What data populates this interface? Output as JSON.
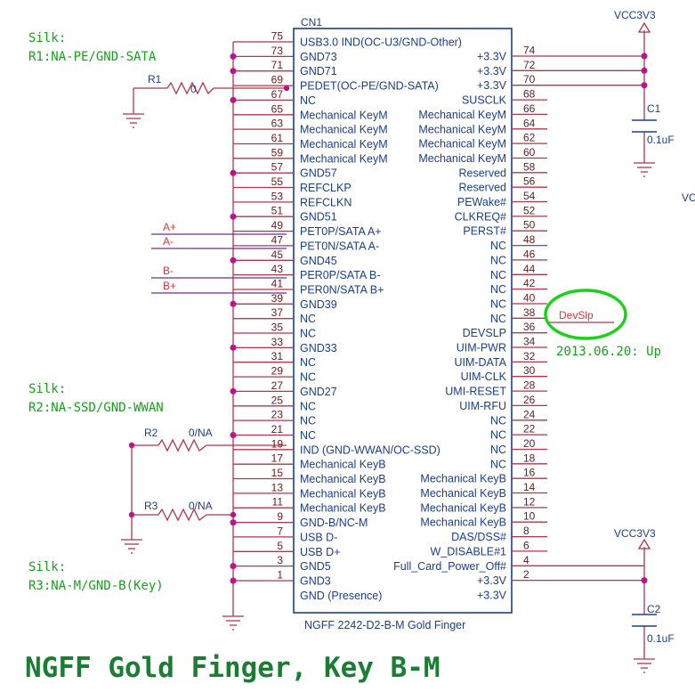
{
  "component": {
    "refdes": "CN1",
    "part_label": "NGFF 2242-D2-B-M Gold Finger",
    "left_pins": [
      {
        "num": "75",
        "name": "USB3.0 IND(OC-U3/GND-Other)"
      },
      {
        "num": "73",
        "name": "GND73"
      },
      {
        "num": "71",
        "name": "GND71"
      },
      {
        "num": "69",
        "name": "PEDET(OC-PE/GND-SATA)"
      },
      {
        "num": "67",
        "name": "NC"
      },
      {
        "num": "65",
        "name": "Mechanical KeyM"
      },
      {
        "num": "63",
        "name": "Mechanical KeyM"
      },
      {
        "num": "61",
        "name": "Mechanical KeyM"
      },
      {
        "num": "59",
        "name": "Mechanical KeyM"
      },
      {
        "num": "57",
        "name": "GND57"
      },
      {
        "num": "55",
        "name": "REFCLKP"
      },
      {
        "num": "53",
        "name": "REFCLKN"
      },
      {
        "num": "51",
        "name": "GND51"
      },
      {
        "num": "49",
        "name": "PET0P/SATA A+"
      },
      {
        "num": "47",
        "name": "PET0N/SATA A-"
      },
      {
        "num": "45",
        "name": "GND45"
      },
      {
        "num": "43",
        "name": "PER0P/SATA B-"
      },
      {
        "num": "41",
        "name": "PER0N/SATA B+"
      },
      {
        "num": "39",
        "name": "GND39"
      },
      {
        "num": "37",
        "name": "NC"
      },
      {
        "num": "35",
        "name": "NC"
      },
      {
        "num": "33",
        "name": "GND33"
      },
      {
        "num": "31",
        "name": "NC"
      },
      {
        "num": "29",
        "name": "NC"
      },
      {
        "num": "27",
        "name": "GND27"
      },
      {
        "num": "25",
        "name": "NC"
      },
      {
        "num": "23",
        "name": "NC"
      },
      {
        "num": "21",
        "name": "NC"
      },
      {
        "num": "19",
        "name": "IND (GND-WWAN/OC-SSD)"
      },
      {
        "num": "17",
        "name": "Mechanical KeyB"
      },
      {
        "num": "15",
        "name": "Mechanical KeyB"
      },
      {
        "num": "13",
        "name": "Mechanical KeyB"
      },
      {
        "num": "11",
        "name": "Mechanical KeyB"
      },
      {
        "num": "9",
        "name": "GND-B/NC-M"
      },
      {
        "num": "7",
        "name": "USB D-"
      },
      {
        "num": "5",
        "name": "USB D+"
      },
      {
        "num": "3",
        "name": "GND5"
      },
      {
        "num": "1",
        "name": "GND3"
      },
      {
        "num": "",
        "name": "GND (Presence)"
      }
    ],
    "right_pins": [
      {
        "num": "74",
        "name": "+3.3V"
      },
      {
        "num": "72",
        "name": "+3.3V"
      },
      {
        "num": "70",
        "name": "+3.3V"
      },
      {
        "num": "68",
        "name": "SUSCLK"
      },
      {
        "num": "66",
        "name": "Mechanical KeyM"
      },
      {
        "num": "64",
        "name": "Mechanical KeyM"
      },
      {
        "num": "62",
        "name": "Mechanical KeyM"
      },
      {
        "num": "60",
        "name": "Mechanical KeyM"
      },
      {
        "num": "58",
        "name": "Reserved"
      },
      {
        "num": "56",
        "name": "Reserved"
      },
      {
        "num": "54",
        "name": "PEWake#"
      },
      {
        "num": "52",
        "name": "CLKREQ#"
      },
      {
        "num": "50",
        "name": "PERST#"
      },
      {
        "num": "48",
        "name": "NC"
      },
      {
        "num": "46",
        "name": "NC"
      },
      {
        "num": "44",
        "name": "NC"
      },
      {
        "num": "42",
        "name": "NC"
      },
      {
        "num": "40",
        "name": "NC"
      },
      {
        "num": "38",
        "name": "NC"
      },
      {
        "num": "36",
        "name": "DEVSLP"
      },
      {
        "num": "34",
        "name": "UIM-PWR"
      },
      {
        "num": "32",
        "name": "UIM-DATA"
      },
      {
        "num": "30",
        "name": "UIM-CLK"
      },
      {
        "num": "28",
        "name": "UMI-RESET"
      },
      {
        "num": "26",
        "name": "UIM-RFU"
      },
      {
        "num": "24",
        "name": "NC"
      },
      {
        "num": "22",
        "name": "NC"
      },
      {
        "num": "20",
        "name": "NC"
      },
      {
        "num": "18",
        "name": "NC"
      },
      {
        "num": "16",
        "name": "Mechanical KeyB"
      },
      {
        "num": "14",
        "name": "Mechanical KeyB"
      },
      {
        "num": "12",
        "name": "Mechanical KeyB"
      },
      {
        "num": "10",
        "name": "Mechanical KeyB"
      },
      {
        "num": "8",
        "name": "DAS/DSS#"
      },
      {
        "num": "6",
        "name": "W_DISABLE#1"
      },
      {
        "num": "4",
        "name": "Full_Card_Power_Off#"
      },
      {
        "num": "2",
        "name": "+3.3V"
      },
      {
        "num": "",
        "name": "+3.3V"
      }
    ]
  },
  "silk_notes": [
    {
      "line1": "Silk:",
      "line2": "R1:NA-PE/GND-SATA"
    },
    {
      "line1": "Silk:",
      "line2": "R2:NA-SSD/GND-WWAN"
    },
    {
      "line1": "Silk:",
      "line2": "R3:NA-M/GND-B(Key)"
    }
  ],
  "resistors": [
    {
      "ref": "R1",
      "value": "0"
    },
    {
      "ref": "R2",
      "value": "0/NA"
    },
    {
      "ref": "R3",
      "value": "0/NA"
    }
  ],
  "capacitors": [
    {
      "ref": "C1",
      "value": "0.1uF"
    },
    {
      "ref": "C2",
      "value": "0.1uF"
    }
  ],
  "power": {
    "top": "VCC3V3",
    "bottom": "VCC3V3",
    "edge_fragment": "VC"
  },
  "signals": {
    "a_plus": "A+",
    "a_minus": "A-",
    "b_minus": "B-",
    "b_plus": "B+",
    "devslp": "DevSlp"
  },
  "annotation": "2013.06.20: Up",
  "title": "NGFF Gold Finger, Key B-M",
  "colors": {
    "wire": "#b2354a",
    "body": "#1a3e8c",
    "text": "#1a3e8c",
    "silk": "#15a31a",
    "title": "#1a7d33",
    "circle": "#1bd11b",
    "junction": "#c0108a",
    "signal": "#e0353b"
  }
}
